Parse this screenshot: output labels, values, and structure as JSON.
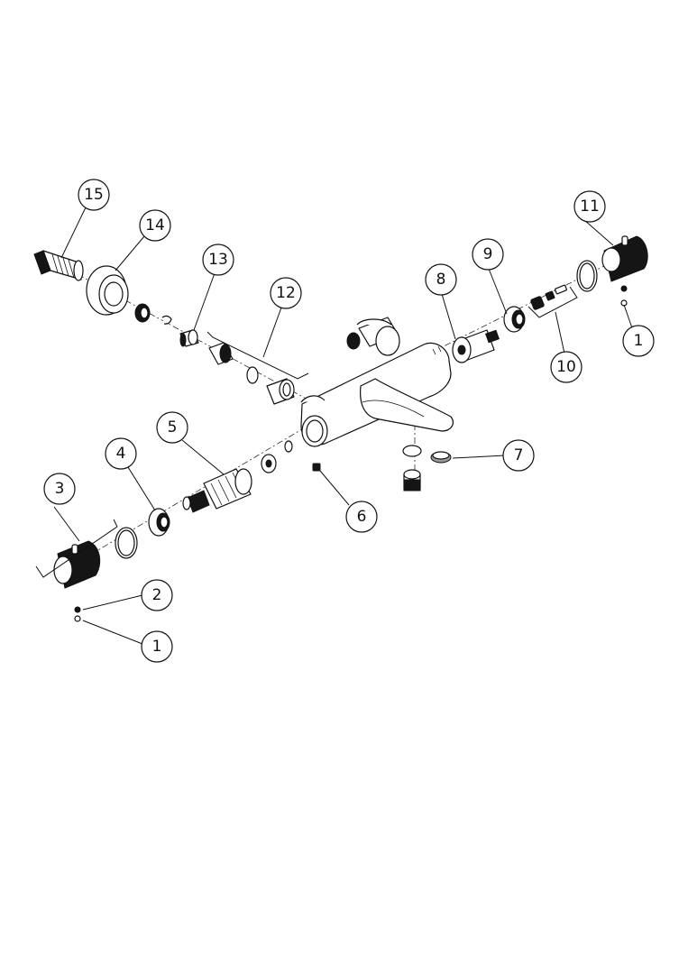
{
  "diagram": {
    "callouts": [
      {
        "id": "c15",
        "label": "15"
      },
      {
        "id": "c14",
        "label": "14"
      },
      {
        "id": "c13",
        "label": "13"
      },
      {
        "id": "c12",
        "label": "12"
      },
      {
        "id": "c11",
        "label": "11"
      },
      {
        "id": "c1a",
        "label": "1"
      },
      {
        "id": "c10",
        "label": "10"
      },
      {
        "id": "c9",
        "label": "9"
      },
      {
        "id": "c8",
        "label": "8"
      },
      {
        "id": "c7",
        "label": "7"
      },
      {
        "id": "c6",
        "label": "6"
      },
      {
        "id": "c5",
        "label": "5"
      },
      {
        "id": "c4",
        "label": "4"
      },
      {
        "id": "c3",
        "label": "3"
      },
      {
        "id": "c2",
        "label": "2"
      },
      {
        "id": "c1b",
        "label": "1"
      }
    ]
  }
}
